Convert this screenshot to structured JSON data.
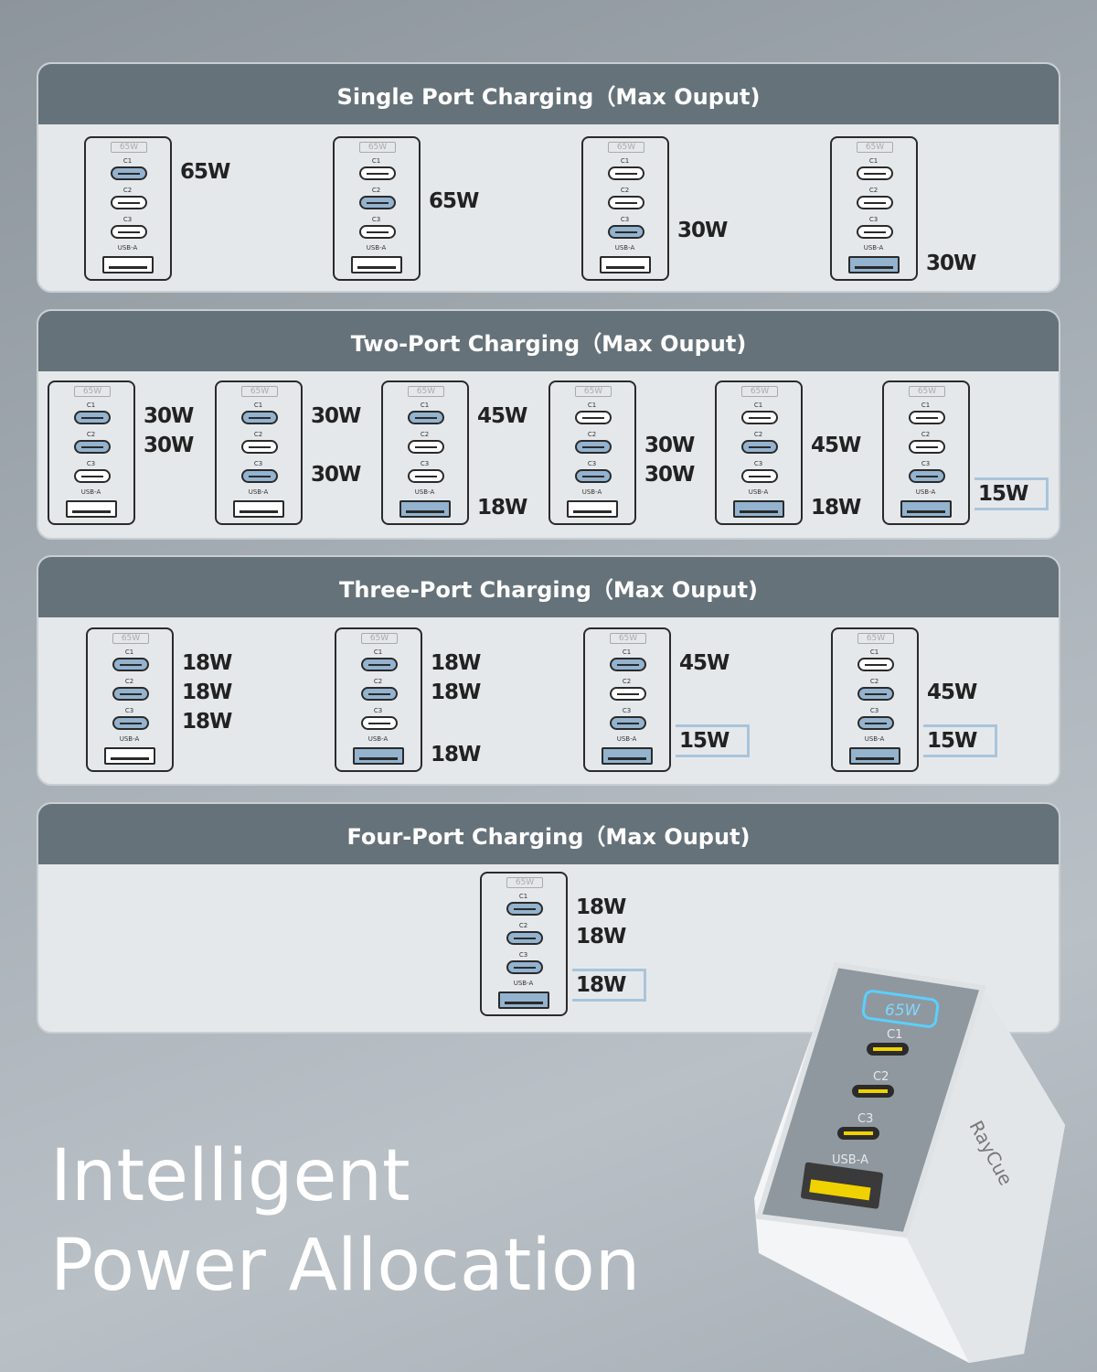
{
  "port_labels": [
    "C1",
    "C2",
    "C3",
    "USB-A"
  ],
  "badge": "65W",
  "sections": [
    {
      "title": "Single Port Charging（Max Ouput)",
      "configs": [
        {
          "active": [
            0
          ],
          "labels": [
            {
              "port": 0,
              "text": "65W"
            }
          ]
        },
        {
          "active": [
            1
          ],
          "labels": [
            {
              "port": 1,
              "text": "65W"
            }
          ]
        },
        {
          "active": [
            2
          ],
          "labels": [
            {
              "port": 2,
              "text": "30W"
            }
          ]
        },
        {
          "active": [
            3
          ],
          "labels": [
            {
              "port": 3,
              "text": "30W"
            }
          ]
        }
      ]
    },
    {
      "title": "Two-Port Charging（Max Ouput)",
      "configs": [
        {
          "active": [
            0,
            1
          ],
          "labels": [
            {
              "port": 0,
              "text": "30W"
            },
            {
              "port": 1,
              "text": "30W"
            }
          ]
        },
        {
          "active": [
            0,
            2
          ],
          "labels": [
            {
              "port": 0,
              "text": "30W"
            },
            {
              "port": 2,
              "text": "30W"
            }
          ]
        },
        {
          "active": [
            0,
            3
          ],
          "labels": [
            {
              "port": 0,
              "text": "45W"
            },
            {
              "port": 3,
              "text": "18W"
            }
          ]
        },
        {
          "active": [
            1,
            2
          ],
          "labels": [
            {
              "port": 1,
              "text": "30W"
            },
            {
              "port": 2,
              "text": "30W"
            }
          ]
        },
        {
          "active": [
            1,
            3
          ],
          "labels": [
            {
              "port": 1,
              "text": "45W"
            },
            {
              "port": 3,
              "text": "18W"
            }
          ]
        },
        {
          "active": [
            2,
            3
          ],
          "labels": [
            {
              "port": 3,
              "text": "15W",
              "boxed": true
            }
          ]
        }
      ]
    },
    {
      "title": "Three-Port Charging（Max Ouput)",
      "configs": [
        {
          "active": [
            0,
            1,
            2
          ],
          "labels": [
            {
              "port": 0,
              "text": "18W"
            },
            {
              "port": 1,
              "text": "18W"
            },
            {
              "port": 2,
              "text": "18W"
            }
          ]
        },
        {
          "active": [
            0,
            1,
            3
          ],
          "labels": [
            {
              "port": 0,
              "text": "18W"
            },
            {
              "port": 1,
              "text": "18W"
            },
            {
              "port": 3,
              "text": "18W"
            }
          ]
        },
        {
          "active": [
            0,
            2,
            3
          ],
          "labels": [
            {
              "port": 0,
              "text": "45W"
            },
            {
              "port": 3,
              "text": "15W",
              "boxed": true
            }
          ]
        },
        {
          "active": [
            1,
            2,
            3
          ],
          "labels": [
            {
              "port": 1,
              "text": "45W"
            },
            {
              "port": 3,
              "text": "15W",
              "boxed": true
            }
          ]
        }
      ]
    },
    {
      "title": "Four-Port Charging（Max Ouput)",
      "configs": [
        {
          "active": [
            0,
            1,
            2,
            3
          ],
          "labels": [
            {
              "port": 0,
              "text": "18W"
            },
            {
              "port": 1,
              "text": "18W"
            },
            {
              "port": 3,
              "text": "18W",
              "boxed": true
            }
          ]
        }
      ]
    }
  ],
  "headline": {
    "line1": "Intelligent",
    "line2": "Power Allocation"
  },
  "product": {
    "brand": "RayCue",
    "display": "65W",
    "ports": [
      "C1",
      "C2",
      "C3",
      "USB-A"
    ]
  },
  "colors": {
    "active_port": "#93b3cf",
    "header": "#667279",
    "highlight_box": "#a9c4dc"
  }
}
